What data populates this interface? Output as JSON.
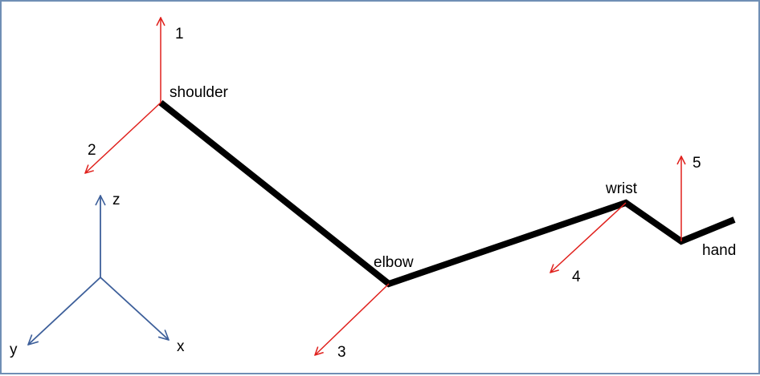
{
  "colors": {
    "arm": "#000000",
    "joint_arrow": "#e0201c",
    "world_axes": "#3d5f9a",
    "border": "#6f8fb5"
  },
  "joints": {
    "shoulder": "shoulder",
    "elbow": "elbow",
    "wrist": "wrist",
    "hand": "hand"
  },
  "axis_numbers": [
    "1",
    "2",
    "3",
    "4",
    "5"
  ],
  "world_axes": {
    "x": "x",
    "y": "y",
    "z": "z"
  }
}
